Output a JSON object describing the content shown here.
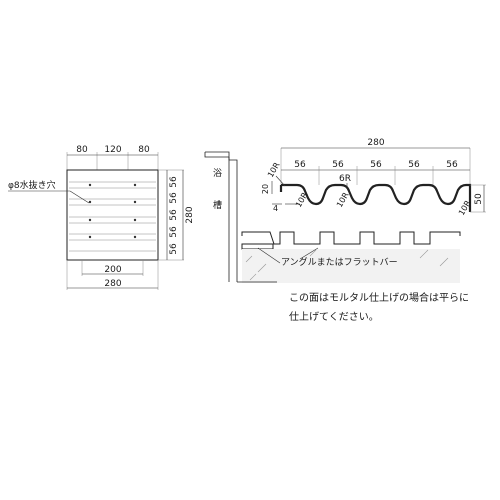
{
  "plan_view": {
    "top_dims": [
      "80",
      "120",
      "80"
    ],
    "hole_label": "φ8水抜き穴",
    "right_dims": [
      "56",
      "56",
      "56",
      "56",
      "56"
    ],
    "total_height": "280",
    "bottom_dims": [
      "200",
      "280"
    ]
  },
  "wall_label": [
    "浴",
    "槽"
  ],
  "section": {
    "total_width": "280",
    "pitch_dims": [
      "56",
      "56",
      "56",
      "56",
      "56"
    ],
    "radii": [
      "10R",
      "6R",
      "10R",
      "10R",
      "10R"
    ],
    "height_dim": "50",
    "depth_dims": [
      "20",
      "4"
    ],
    "angle_label": "アングルまたはフラットバー",
    "note_lines": [
      "この面はモルタル仕上げの場合は平らに",
      "仕上げてください。"
    ]
  },
  "colors": {
    "line": "#222222",
    "fill_light": "#f2f2f2",
    "hatch": "#999999"
  }
}
